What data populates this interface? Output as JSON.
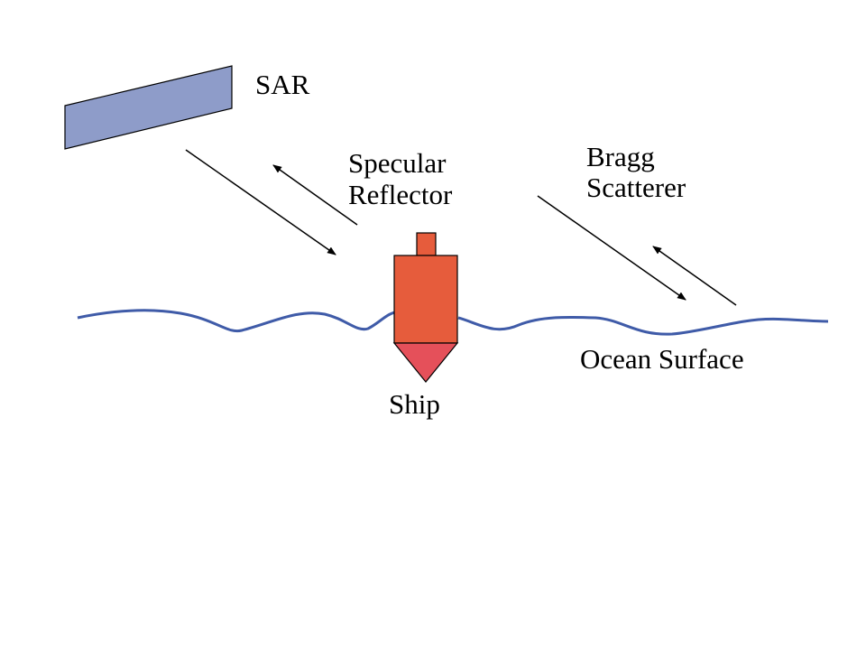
{
  "labels": {
    "sar": "SAR",
    "specular_line1": "Specular",
    "specular_line2": "Reflector",
    "bragg_line1": "Bragg",
    "bragg_line2": "Scatterer",
    "ocean": "Ocean Surface",
    "ship": "Ship"
  },
  "colors": {
    "sar_fill": "#8e9cc9",
    "ship_hull": "#e65c3c",
    "ship_bow": "#e5505a",
    "water": "#3f5ba8",
    "stroke": "#000000"
  }
}
